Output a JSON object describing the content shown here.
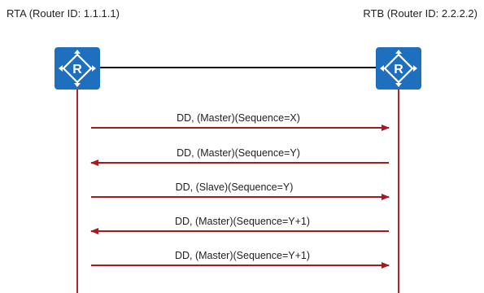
{
  "colors": {
    "router_fill": "#1f6fbf",
    "router_symbol": "#ffffff",
    "link_line": "#111111",
    "lifeline": "#b22234",
    "arrow": "#a8181e",
    "text": "#222222"
  },
  "routers": [
    {
      "name": "RTA",
      "router_id_text": "(Router ID: 1.1.1.1)",
      "label": "RTA  (Router ID: 1.1.1.1)",
      "icon": "router-icon",
      "icon_letter": "R"
    },
    {
      "name": "RTB",
      "router_id_text": "(Router ID: 2.2.2.2)",
      "label": "RTB  (Router ID: 2.2.2.2)",
      "icon": "router-icon",
      "icon_letter": "R"
    }
  ],
  "messages": [
    {
      "label": "DD, (Master)(Sequence=X)",
      "direction": "RTA→RTB"
    },
    {
      "label": "DD, (Master)(Sequence=Y)",
      "direction": "RTB→RTA"
    },
    {
      "label": "DD, (Slave)(Sequence=Y)",
      "direction": "RTA→RTB"
    },
    {
      "label": "DD, (Master)(Sequence=Y+1)",
      "direction": "RTB→RTA"
    },
    {
      "label": "DD, (Master)(Sequence=Y+1)",
      "direction": "RTA→RTB"
    }
  ]
}
